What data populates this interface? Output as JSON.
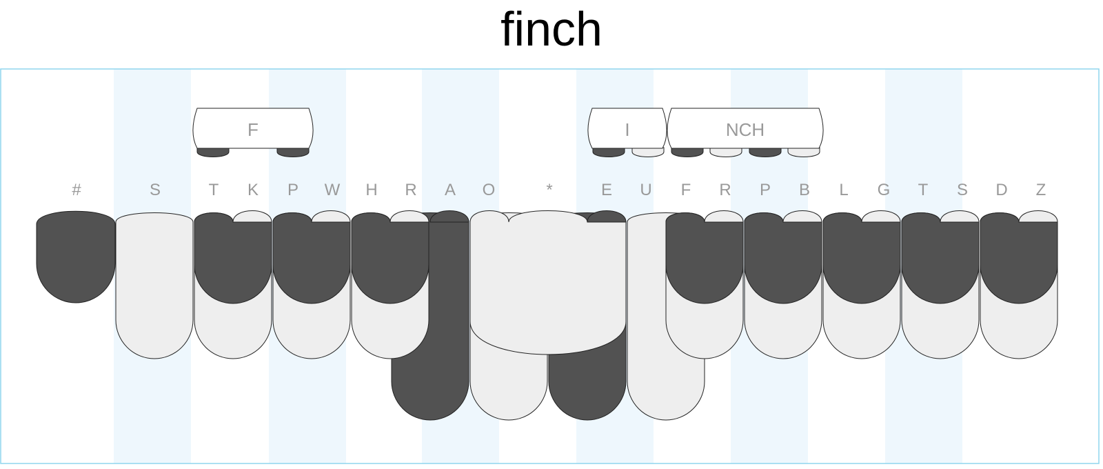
{
  "title": "finch",
  "colors": {
    "pressed": "#525252",
    "unpressed": "#eeeeee",
    "stripe": "#eef7fd",
    "frame": "#8fd6ee",
    "label": "#999999"
  },
  "key_labels": [
    "#",
    "S",
    "T",
    "K",
    "P",
    "W",
    "H",
    "R",
    "A",
    "O",
    "*",
    "E",
    "U",
    "F",
    "R",
    "P",
    "B",
    "L",
    "G",
    "T",
    "S",
    "D",
    "Z"
  ],
  "chord_groups": [
    {
      "text": "F",
      "keys": [
        "pressed",
        "pressed"
      ]
    },
    {
      "text": "I",
      "keys": [
        "pressed",
        "unpressed"
      ]
    },
    {
      "text": "NCH",
      "keys": [
        "pressed",
        "unpressed",
        "pressed",
        "unpressed"
      ]
    }
  ],
  "keys": {
    "number": "pressed",
    "S": "unpressed",
    "T": "pressed",
    "K": "unpressed",
    "P_left": "pressed",
    "W": "unpressed",
    "H": "pressed",
    "R_left": "unpressed",
    "A": "pressed",
    "O": "unpressed",
    "star": "unpressed",
    "E": "pressed",
    "U": "unpressed",
    "F": "pressed",
    "R_right": "unpressed",
    "P_right": "pressed",
    "B": "unpressed",
    "L": "pressed",
    "G": "unpressed",
    "T_right": "pressed",
    "S_right": "unpressed",
    "D": "pressed",
    "Z": "unpressed"
  }
}
